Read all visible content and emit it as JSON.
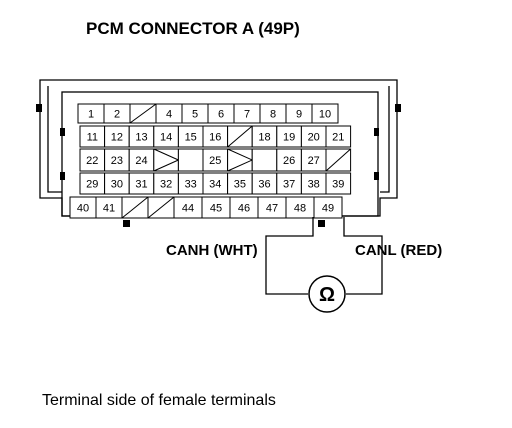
{
  "title": "PCM CONNECTOR A (49P)",
  "wire_labels": {
    "canh": "CANH (WHT)",
    "canl": "CANL (RED)"
  },
  "meter_symbol": "Ω",
  "caption": "Terminal side of female terminals",
  "connector": {
    "rows": [
      {
        "cells": [
          "1",
          "2",
          "",
          "4",
          "5",
          "6",
          "7",
          "8",
          "9",
          "10"
        ],
        "blank_cells": [
          2
        ]
      },
      {
        "cells": [
          "11",
          "12",
          "13",
          "14",
          "15",
          "16",
          "",
          "18",
          "19",
          "20",
          "21"
        ],
        "blank_cells": [
          6
        ]
      },
      {
        "cells": [
          "22",
          "23",
          "24",
          "",
          "",
          "25",
          "",
          "",
          "26",
          "27",
          ""
        ],
        "blank_cells": [
          3,
          4,
          6,
          7,
          10
        ]
      },
      {
        "cells": [
          "29",
          "30",
          "31",
          "32",
          "33",
          "34",
          "35",
          "36",
          "37",
          "38",
          "39"
        ],
        "blank_cells": []
      },
      {
        "cells": [
          "40",
          "41",
          "",
          "",
          "44",
          "45",
          "46",
          "47",
          "48",
          "49"
        ],
        "blank_cells": [
          2,
          3
        ]
      }
    ],
    "probe_pins": [
      "48",
      "49"
    ]
  },
  "colors": {
    "line": "#000000",
    "background": "#ffffff"
  }
}
